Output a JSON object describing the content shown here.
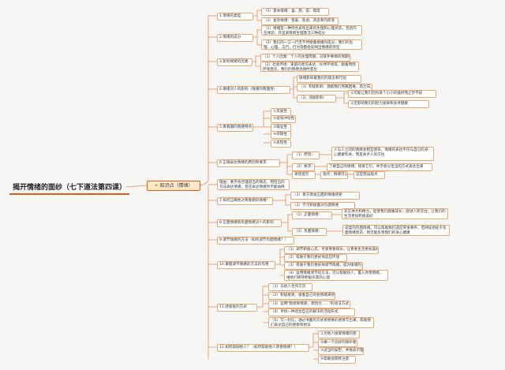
{
  "root": "揭开情绪的面纱（七下道法第四课）",
  "hub": "知识点（情绪）",
  "sections": {
    "s1": {
      "label": "1.情绪的类型",
      "items": [
        "（1）基本情绪：喜、怒、哀、惧等",
        "（2）复杂情绪：害羞、焦虑、厌恶和内疚等"
      ]
    },
    "s2": {
      "label": "2.情绪的成分",
      "items": [
        "（1）情绪是一种综合表现出来的生理和心理状态，包括内在体验、外显表情和生理激活三种成分",
        "（2）我们的一言一行无不伴随着情绪的成分，我们的生理、心理、言行，行为等都会反映出情绪的存在"
      ]
    },
    "s3": {
      "label": "3.影响情绪的因素",
      "items": [
        "（1）个人因素：个人的生理周期，对某件事情的预期等",
        "（2）社会环境：家庭的意见表达、伙伴环境等，跟着周围环境变化，我们的情绪也随时变化"
      ]
    },
    "s4": {
      "label": "4.情绪对人的影响（情绪的两面性）",
      "head": "情绪影响着我们的观念和行动",
      "pos": "（1）积极影响：激励我们克服困难，努力向上",
      "neg": "（2）消极影响：",
      "neg_items": [
        "①可能让我们因为某个小小的挫折而止步不前",
        "②还影响我们的智力发挥和身体健康"
      ]
    },
    "s5": {
      "label": "5.青春期的情绪特点",
      "items": [
        "①反复性",
        "②波动冲动性",
        "③躁狂性",
        "④闭锁性",
        "⑤表现性"
      ]
    },
    "s6": {
      "label": "6.正确表达情绪的原因和要求",
      "reason_label": "（1）原因：",
      "reason": "人与人之间的情绪会相互感染。情绪的表达不仅与自己的身心健康有关，而且关乎人际交往",
      "req_label": "（2）要求：",
      "req": "了解自己的情绪，接受它们，并学会以恰当的方式表达出来",
      "note_label": "易错提示",
      "note": "观点：情绪可以随意表达出来",
      "fix": "这是错误观点"
    },
    "s_reason": "理由：要学会合理适当的情态，而恰当的方法表达情绪，且在表达情绪时不能妨碍他人，不能伤害他人和集体的利益",
    "s7": {
      "label": "7.如何正确地对青春期的情绪？",
      "items": [
        "（1）善于激发正面的情绪感受",
        "（2）学习积极面对负面情绪"
      ]
    },
    "s8": {
      "label": "8.正面情绪和负面情绪对人的影响",
      "pos_label": "（1）正面情绪：",
      "pos": "充实体力和精力，促使我们健康成长；促进人际交往；让我们的生活更加积极美好",
      "neg_label": "（2）负面情绪：",
      "neg": "适度的负面情绪，可以帮助我们适应突发事件，但持续地处于负面情绪状态，则可能危害我们的身心健康"
    },
    "s9": {
      "label": "9.调节情绪的方法（如何调节负面情绪？）"
    },
    "s10": {
      "label": "10.掌握调节情绪的方法的作用",
      "items": [
        "（1）调节积极心态，享受青春快乐，让青春生活更加美好",
        "（2）有助于我们更好地适应环境",
        "（3）有助于我们更好地调节情绪，成为情绪的主人",
        "（4）运用情绪调节的方法，可以帮助别人，置入改善情绪，维他们保持积极乐观的心境"
      ]
    },
    "s11": {
      "label": "11.感受爱的方式",
      "items": [
        "（1）与他人合作交流",
        "（2）积极接受，接着自己的各情绪来停",
        "（3）运用\"我想到情感，想因为……\"的语法方式",
        "（4）寻找一种适合自己的解决的活动形式",
        "（5）写一封信，通过书面的方式把想要的感受写出来，帮助我们表达自己的感受和想法"
      ]
    },
    "s12": {
      "label": "12.如何帮助他人？（如何帮助他人改善情绪？）",
      "items": [
        "①为他人接受情绪的感",
        "②做一个良好的倾听者",
        "③适当的安慰，共情表示理解",
        "④帮助他转移注意"
      ]
    }
  }
}
